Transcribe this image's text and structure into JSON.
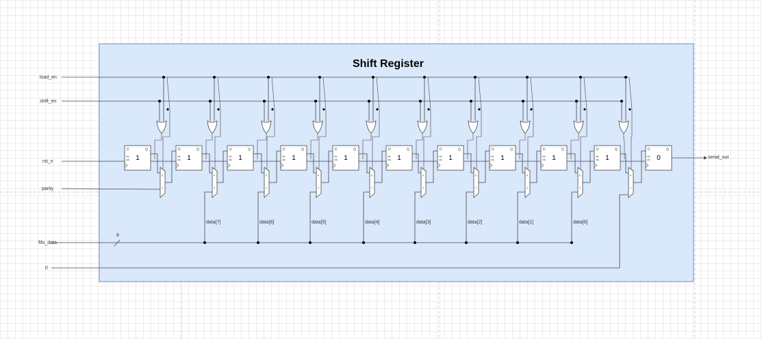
{
  "title": "Shift Register",
  "colors": {
    "panel_fill": "#dae8fc",
    "panel_stroke": "#6c8ebf",
    "wire": "#444444"
  },
  "inputs": {
    "load_en": "load_en",
    "shift_en": "shift_en",
    "rst_n": "rst_n",
    "parity": "parity",
    "fifo_data": "fifo_data",
    "zero": "0"
  },
  "output": "serial_out",
  "bus_width": "8",
  "flipflops": [
    "1",
    "1",
    "1",
    "1",
    "1",
    "1",
    "1",
    "1",
    "1",
    "1",
    "0"
  ],
  "data_labels": [
    "data[7]",
    "data[6]",
    "data[5]",
    "data[4]",
    "data[3]",
    "data[2]",
    "data[1]",
    "data[0]"
  ],
  "pins": {
    "d": "D",
    "q": "Q"
  }
}
